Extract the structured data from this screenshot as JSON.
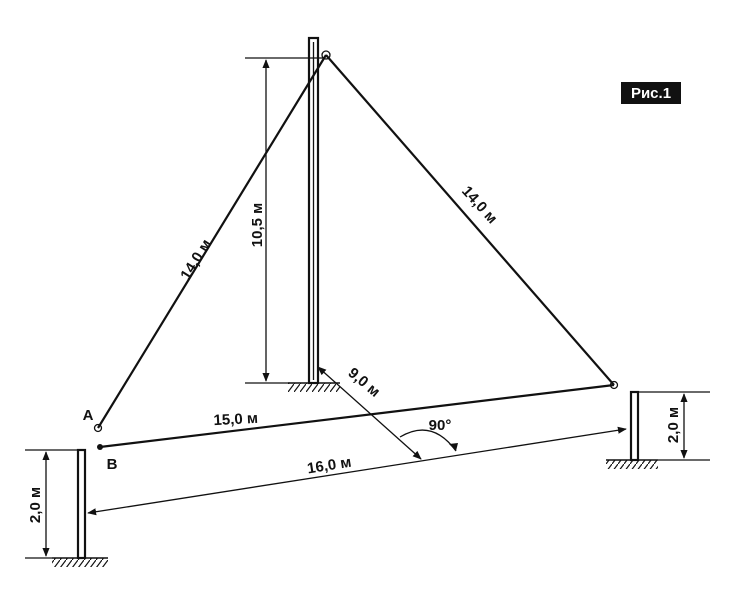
{
  "figure_label": "Рис.1",
  "labels": {
    "mast_height": "10,5 м",
    "left_guy": "14,0 м",
    "right_guy": "14,0 м",
    "antenna_wire": "15,0 м",
    "base_span": "16,0 м",
    "perpendicular": "9,0 м",
    "right_angle": "90°",
    "left_post_height": "2,0 м",
    "right_post_height": "2,0 м",
    "point_a": "A",
    "point_b": "B"
  }
}
